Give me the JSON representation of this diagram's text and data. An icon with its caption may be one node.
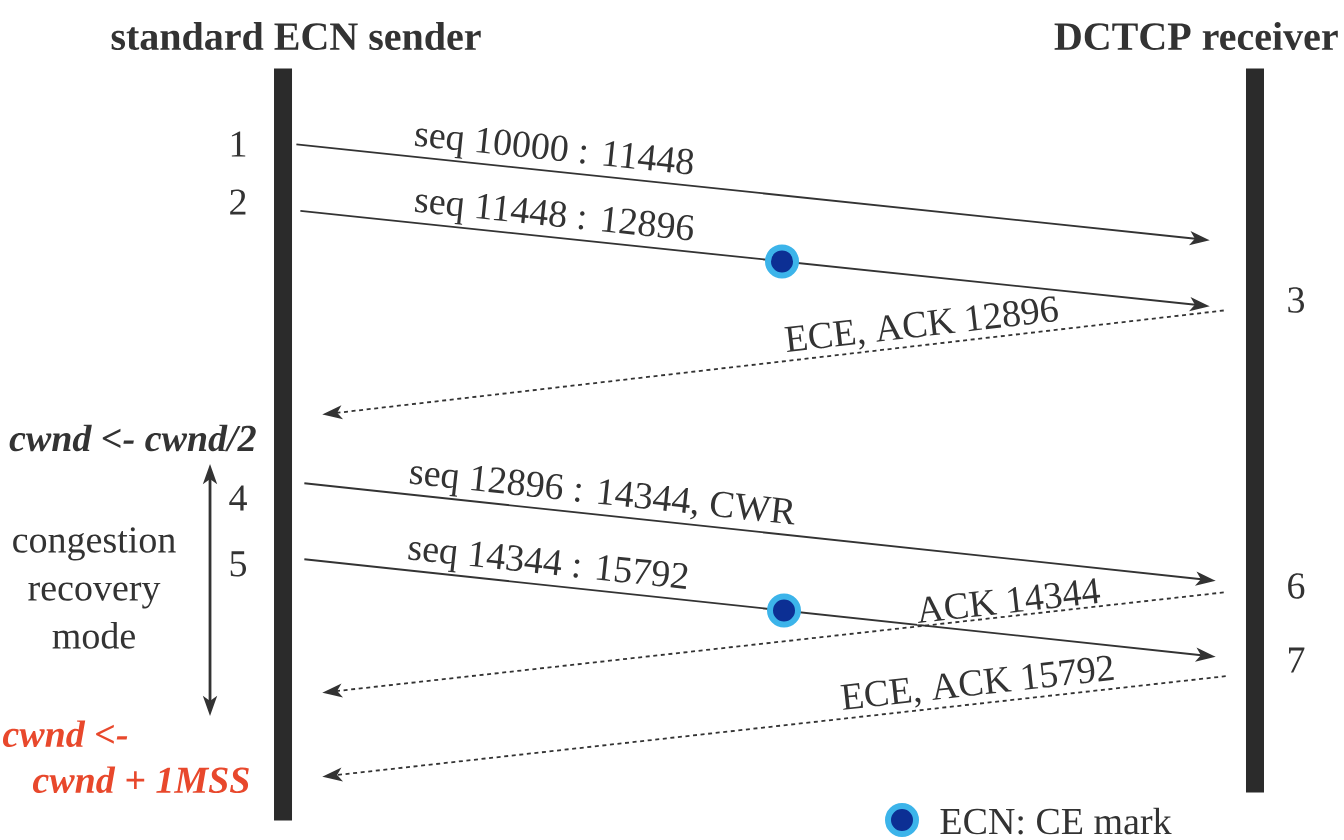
{
  "diagram": {
    "nodes": [
      {
        "text": [
          "standard ECN sender"
        ],
        "beside": [
          "1",
          "2",
          "cwnd <- cwnd/2",
          "4",
          "5",
          "cwnd <- cwnd + 1MSS"
        ]
      },
      {
        "text": [
          "DCTCP receiver"
        ],
        "beside": [
          "3",
          "6",
          "7"
        ]
      }
    ],
    "edges": [
      {
        "from": 0,
        "to": 1,
        "arrow": "to",
        "label": "seq 10000 : 11448"
      },
      {
        "from": 0,
        "to": 1,
        "arrow": "to",
        "label": "seq 11448 : 12896"
      },
      {
        "from": 1,
        "to": 0,
        "arrow": "to",
        "label": "ECE, ACK 12896",
        "style": "dashed"
      },
      {
        "from": 0,
        "to": 1,
        "arrow": "to",
        "label": "seq 12896 : 14344, CWR"
      },
      {
        "from": 0,
        "to": 1,
        "arrow": "to",
        "label": "seq 14344 : 15792"
      },
      {
        "from": 1,
        "to": 0,
        "arrow": "to",
        "label": "ACK 14344",
        "style": "dashed"
      },
      {
        "from": 1,
        "to": 0,
        "arrow": "to",
        "label": "ECE, ACK 15792",
        "style": "dashed"
      }
    ],
    "labels": [
      "congestion recovery mode"
    ],
    "legend": [
      {
        "text": "ECN: CE mark",
        "color": "#0c2f94"
      }
    ]
  }
}
